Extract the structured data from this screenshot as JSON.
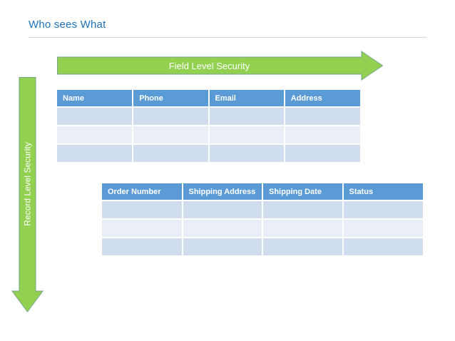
{
  "slide": {
    "title": "Who sees What"
  },
  "arrows": {
    "field_level": {
      "label": "Field Level Security",
      "direction": "right"
    },
    "record_level": {
      "label": "Record Level Security",
      "direction": "down"
    }
  },
  "tables": {
    "contacts": {
      "headers": [
        "Name",
        "Phone",
        "Email",
        "Address"
      ],
      "rows": [
        [
          "",
          "",
          "",
          ""
        ],
        [
          "",
          "",
          "",
          ""
        ],
        [
          "",
          "",
          "",
          ""
        ]
      ]
    },
    "orders": {
      "headers": [
        "Order Number",
        "Shipping Address",
        "Shipping Date",
        "Status"
      ],
      "rows": [
        [
          "",
          "",
          "",
          ""
        ],
        [
          "",
          "",
          "",
          ""
        ],
        [
          "",
          "",
          "",
          ""
        ]
      ]
    }
  },
  "colors": {
    "title_text": "#1F72B8",
    "divider": "#C9D9E8",
    "arrow_fill": "#92D050",
    "arrow_border": "#76A58C",
    "table_header_bg": "#5B9BD5",
    "table_header_text": "#FFFFFF",
    "row_band_dark": "#CFDDEF",
    "row_band_light": "#E9EEF7"
  }
}
